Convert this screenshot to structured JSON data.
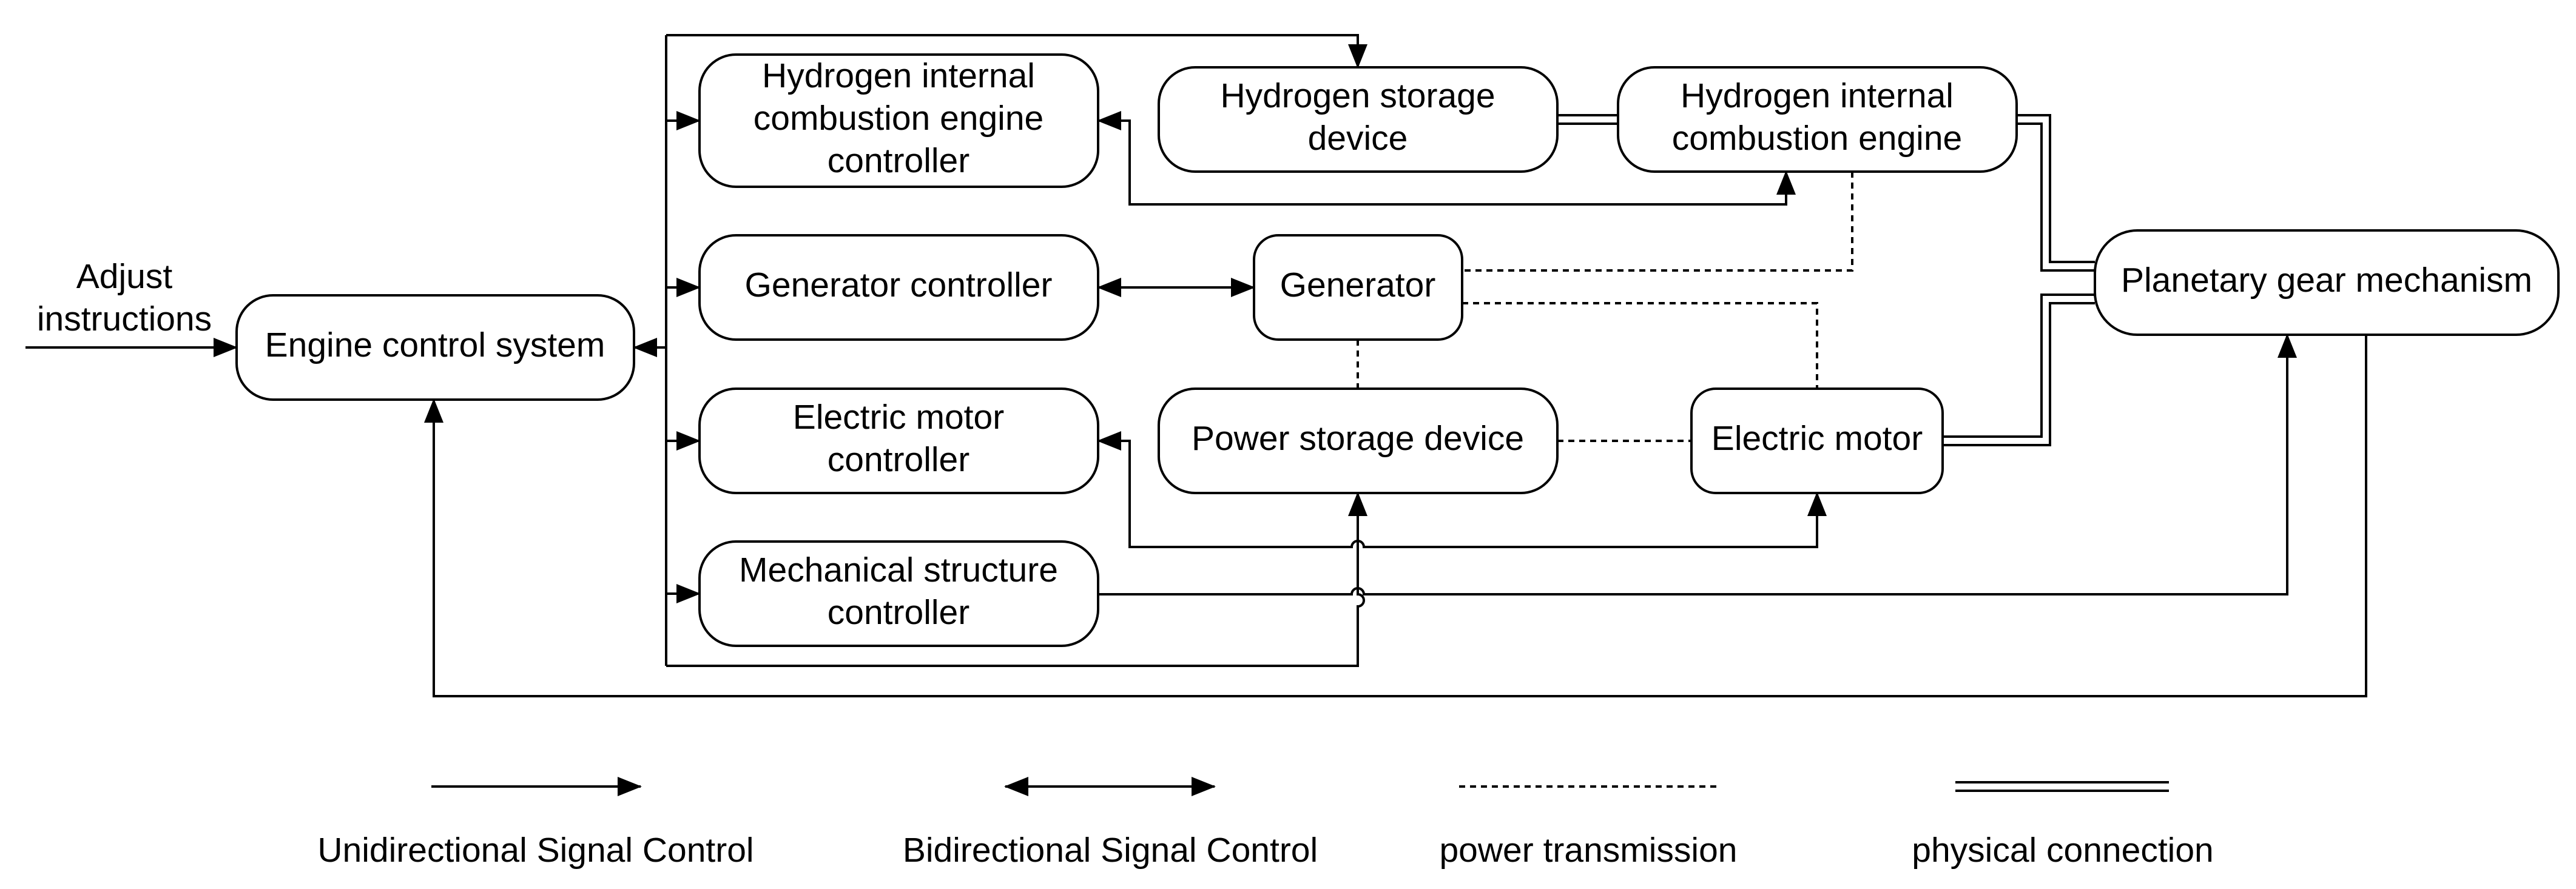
{
  "input_label": [
    "Adjust",
    "instructions"
  ],
  "nodes": {
    "engine_control_system": [
      "Engine control system"
    ],
    "h2_ice_controller": [
      "Hydrogen internal",
      "combustion engine",
      "controller"
    ],
    "generator_controller": [
      "Generator controller"
    ],
    "motor_controller": [
      "Electric motor",
      "controller"
    ],
    "mech_controller": [
      "Mechanical structure",
      "controller"
    ],
    "h2_storage": [
      "Hydrogen storage",
      "device"
    ],
    "h2_ice": [
      "Hydrogen internal",
      "combustion engine"
    ],
    "generator": [
      "Generator"
    ],
    "power_storage": [
      "Power storage device"
    ],
    "electric_motor": [
      "Electric motor"
    ],
    "planetary_gear": [
      "Planetary gear mechanism"
    ]
  },
  "legend": [
    {
      "label": "Unidirectional Signal Control"
    },
    {
      "label": "Bidirectional Signal Control"
    },
    {
      "label": "power transmission"
    },
    {
      "label": "physical connection"
    }
  ]
}
